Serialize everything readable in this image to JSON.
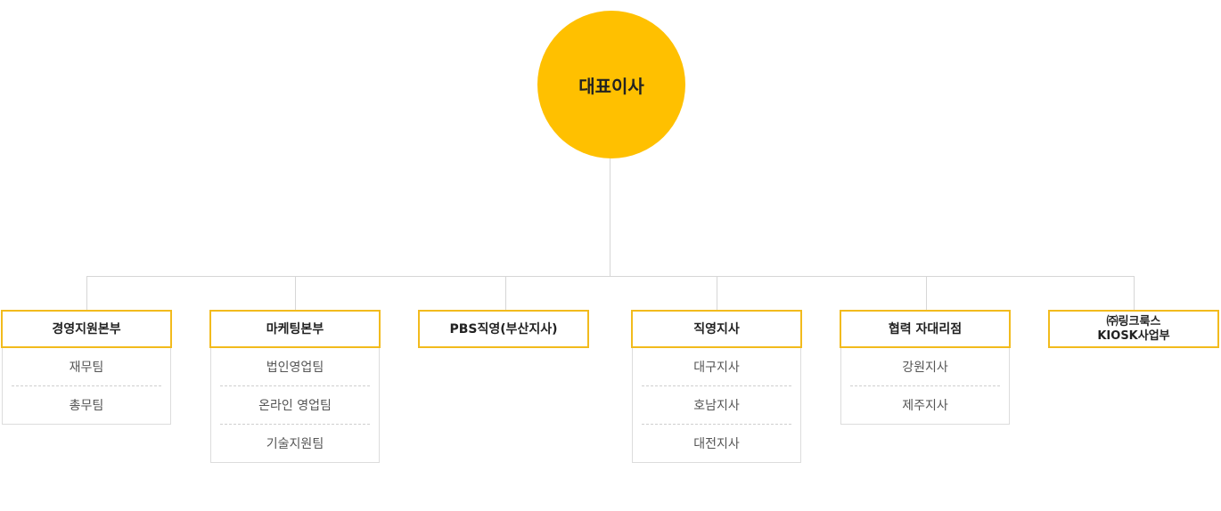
{
  "ceo": "대표이사",
  "departments": [
    {
      "name": "경영지원본부",
      "subs": [
        "재무팀",
        "총무팀"
      ]
    },
    {
      "name": "마케팅본부",
      "subs": [
        "법인영업팀",
        "온라인 영업팀",
        "기술지원팀"
      ]
    },
    {
      "name": "PBS직영(부산지사)",
      "subs": []
    },
    {
      "name": "직영지사",
      "subs": [
        "대구지사",
        "호남지사",
        "대전지사"
      ]
    },
    {
      "name": "협력 자대리점",
      "subs": [
        "강원지사",
        "제주지사"
      ]
    },
    {
      "name_lines": [
        "㈜링크룩스",
        "KIOSK사업부"
      ],
      "subs": []
    }
  ],
  "colors": {
    "accent": "#ffc000",
    "border_accent": "#f2bb1d",
    "line": "#d6d6d6"
  }
}
